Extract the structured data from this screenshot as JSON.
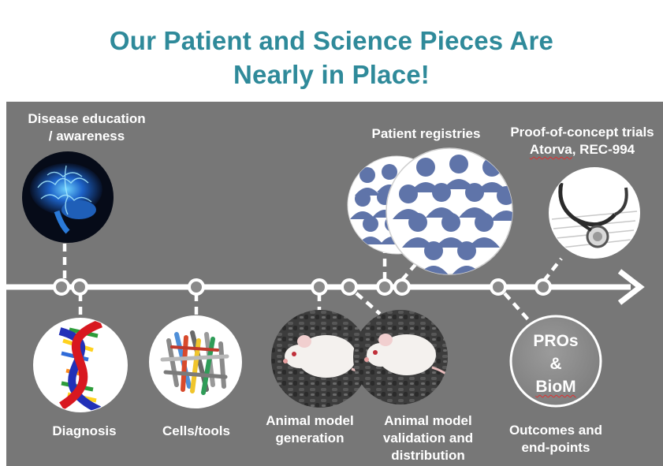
{
  "title": {
    "line1": "Our Patient and Science Pieces Are",
    "line2": "Nearly in Place!"
  },
  "colors": {
    "title": "#2f8a9a",
    "panel": "#777777",
    "timeline": "#ffffff",
    "person_icon": "#5f74a9",
    "pro_circle": "#8c8c8c"
  },
  "labels": {
    "education": [
      "Disease education",
      "/ awareness"
    ],
    "registries": "Patient registries",
    "trials": [
      "Proof-of-concept trials",
      "Atorva",
      ", REC-994"
    ],
    "diagnosis": "Diagnosis",
    "cells": "Cells/tools",
    "model_generation": [
      "Animal model",
      "generation"
    ],
    "model_validation": [
      "Animal model",
      "validation and",
      "distribution"
    ],
    "outcomes": [
      "Outcomes and",
      "end-points"
    ],
    "pro_circle": [
      "PROs",
      "&",
      "BioM"
    ]
  },
  "icons": {
    "education": "brain-icon",
    "registries": "people-crowd-icon",
    "trials": "stethoscope-icon",
    "diagnosis": "dna-helix-icon",
    "cells": "cell-tools-icon",
    "model_generation": "white-mouse-icon",
    "model_validation": "white-mouse-icon"
  }
}
